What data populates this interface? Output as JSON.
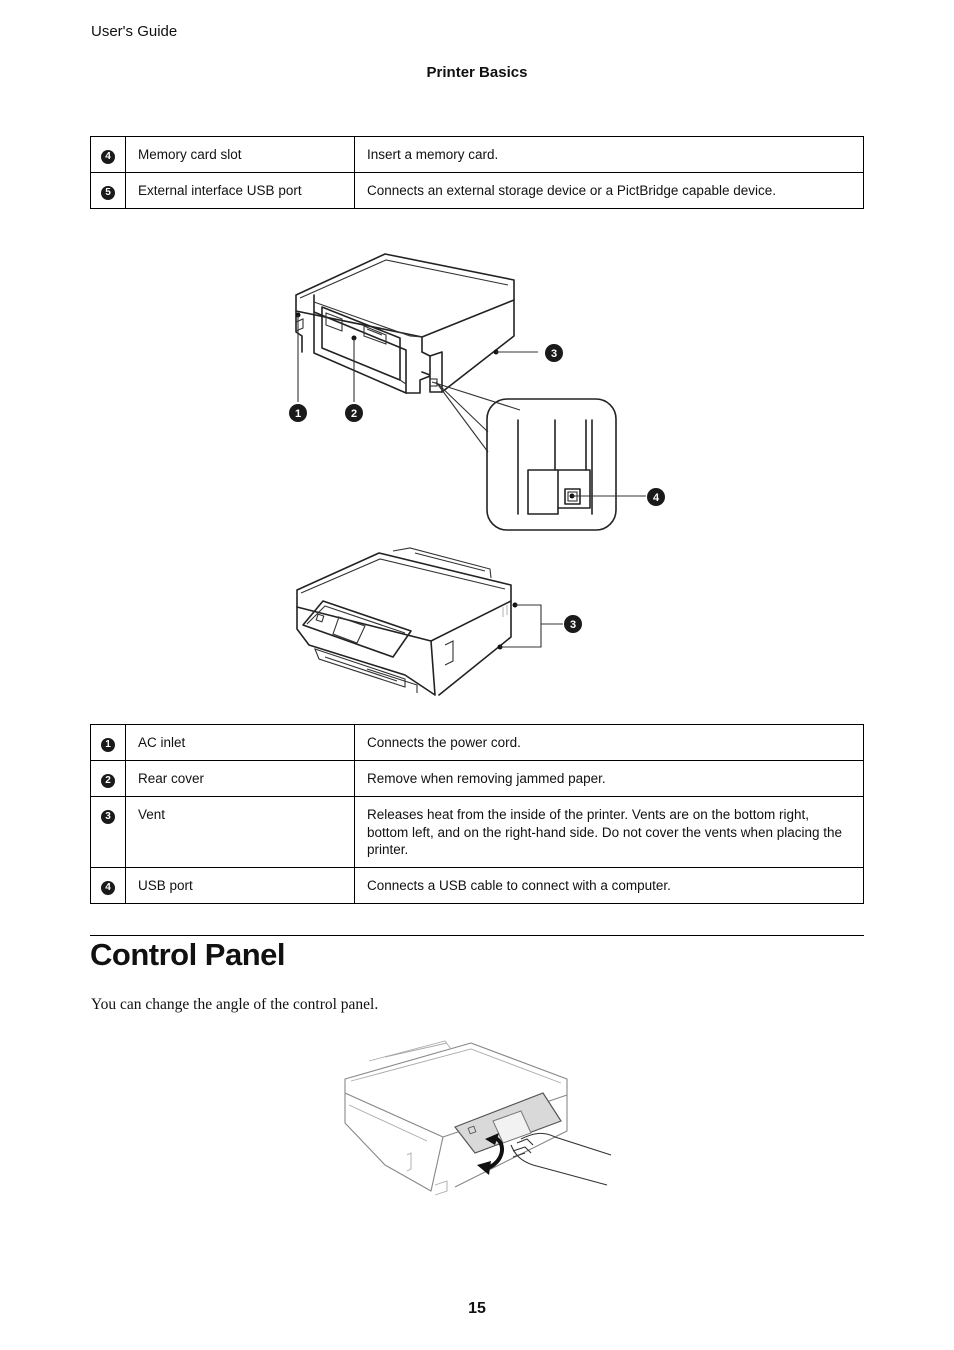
{
  "header": {
    "doc_title": "User's Guide",
    "section": "Printer Basics"
  },
  "table_top": [
    {
      "num": "4",
      "name": "Memory card slot",
      "desc": "Insert a memory card."
    },
    {
      "num": "5",
      "name": "External interface USB port",
      "desc": "Connects an external storage device or a PictBridge capable device."
    }
  ],
  "figure_callouts": {
    "rear_1": "1",
    "rear_2": "2",
    "rear_3": "3",
    "rear_4": "4",
    "front_3": "3"
  },
  "table_bottom": [
    {
      "num": "1",
      "name": "AC inlet",
      "desc": "Connects the power cord."
    },
    {
      "num": "2",
      "name": "Rear cover",
      "desc": "Remove when removing jammed paper."
    },
    {
      "num": "3",
      "name": "Vent",
      "desc": "Releases heat from the inside of the printer. Vents are on the bottom right, bottom left, and on the right-hand side. Do not cover the vents when placing the printer."
    },
    {
      "num": "4",
      "name": "USB port",
      "desc": "Connects a USB cable to connect with a computer."
    }
  ],
  "section": {
    "heading": "Control Panel",
    "paragraph": "You can change the angle of the control panel."
  },
  "footer": {
    "page_number": "15"
  }
}
